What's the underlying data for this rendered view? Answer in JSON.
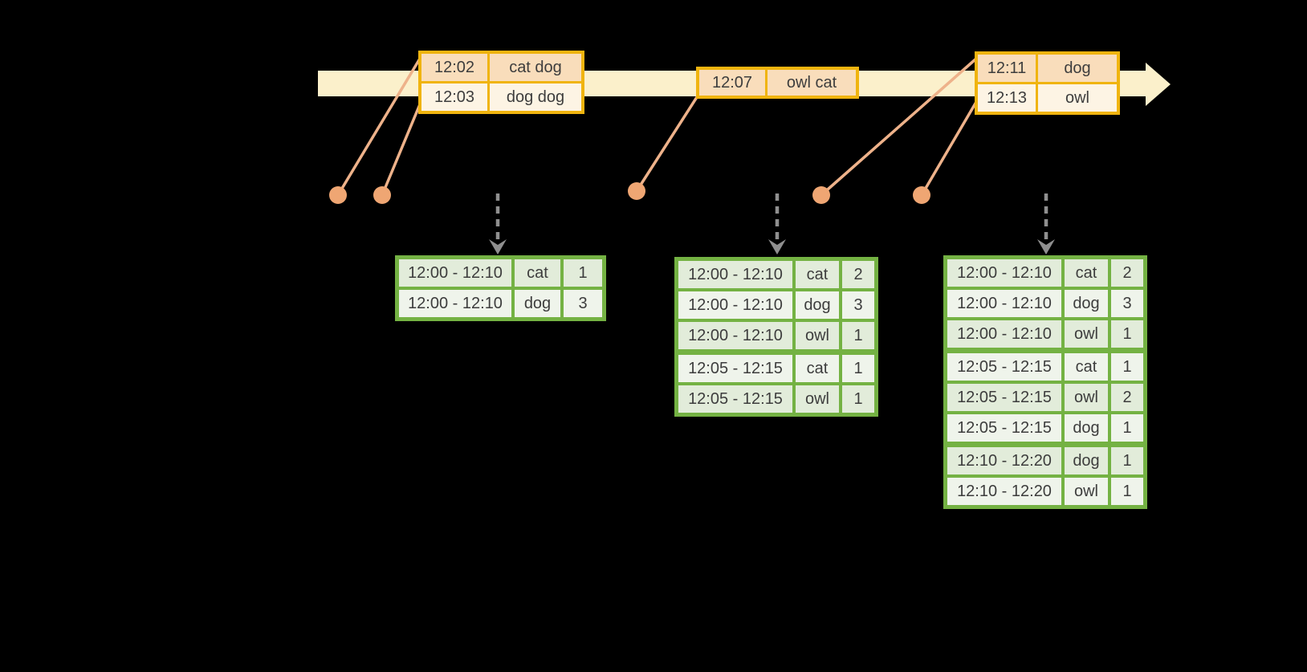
{
  "colors": {
    "background": "#000000",
    "timeline_bar": "#fbf0cb",
    "event_table_border": "#f0b40f",
    "event_row_peach": "#f9ddbb",
    "event_row_cream": "#fdf4e4",
    "result_table_border": "#74b243",
    "result_row_dark": "#e2ecda",
    "result_row_light": "#eff4eb",
    "connector_line": "#eeb28a",
    "event_dot": "#efa673",
    "trigger_arrow_gray": "#8f8f8f",
    "text": "#3d3d3d"
  },
  "events": [
    {
      "rows": [
        {
          "time": "12:02",
          "words": "cat dog"
        },
        {
          "time": "12:03",
          "words": "dog dog"
        }
      ]
    },
    {
      "rows": [
        {
          "time": "12:07",
          "words": "owl cat"
        }
      ]
    },
    {
      "rows": [
        {
          "time": "12:11",
          "words": "dog"
        },
        {
          "time": "12:13",
          "words": "owl"
        }
      ]
    }
  ],
  "result_tables": [
    {
      "rows": [
        {
          "window": "12:00 - 12:10",
          "word": "cat",
          "count": "1"
        },
        {
          "window": "12:00 - 12:10",
          "word": "dog",
          "count": "3"
        }
      ]
    },
    {
      "rows": [
        {
          "window": "12:00 - 12:10",
          "word": "cat",
          "count": "2"
        },
        {
          "window": "12:00 - 12:10",
          "word": "dog",
          "count": "3"
        },
        {
          "window": "12:00 - 12:10",
          "word": "owl",
          "count": "1"
        },
        {
          "window": "12:05 - 12:15",
          "word": "cat",
          "count": "1"
        },
        {
          "window": "12:05 - 12:15",
          "word": "owl",
          "count": "1"
        }
      ]
    },
    {
      "rows": [
        {
          "window": "12:00 - 12:10",
          "word": "cat",
          "count": "2"
        },
        {
          "window": "12:00 - 12:10",
          "word": "dog",
          "count": "3"
        },
        {
          "window": "12:00 - 12:10",
          "word": "owl",
          "count": "1"
        },
        {
          "window": "12:05 - 12:15",
          "word": "cat",
          "count": "1"
        },
        {
          "window": "12:05 - 12:15",
          "word": "owl",
          "count": "2"
        },
        {
          "window": "12:05 - 12:15",
          "word": "dog",
          "count": "1"
        },
        {
          "window": "12:10 - 12:20",
          "word": "dog",
          "count": "1"
        },
        {
          "window": "12:10 - 12:20",
          "word": "owl",
          "count": "1"
        }
      ]
    }
  ]
}
